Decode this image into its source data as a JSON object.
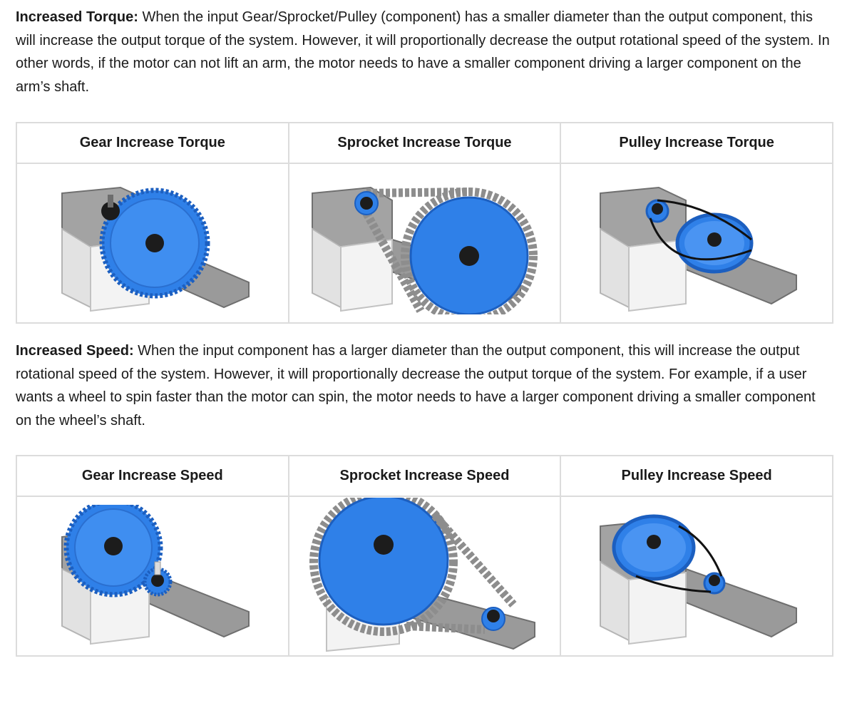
{
  "torque": {
    "heading": "Increased Torque:",
    "body": " When the input Gear/Sprocket/Pulley (component) has a smaller diameter than the output component, this will increase the output torque of the system. However, it will proportionally decrease the output rotational speed of the system. In other words, if the motor can not lift an arm, the motor needs to have a smaller component driving a larger component on the arm’s shaft.",
    "columns": [
      "Gear Increase Torque",
      "Sprocket Increase Torque",
      "Pulley Increase Torque"
    ]
  },
  "speed": {
    "heading": "Increased Speed:",
    "body": " When the input component has a larger diameter than the output component, this will increase the output rotational speed of the system. However, it will proportionally decrease the output torque of the system. For example, if a user wants a wheel to spin faster than the motor can spin, the motor needs to have a larger component driving a smaller component on the wheel’s shaft.",
    "columns": [
      "Gear Increase Speed",
      "Sprocket Increase Speed",
      "Pulley Increase Speed"
    ]
  },
  "colors": {
    "part_blue": "#2f80e8",
    "part_blue_dark": "#1c5fc0",
    "structure_gray": "#8d8d8d",
    "motor_white": "#e9e9e9",
    "shaft_black": "#1c1c1c",
    "table_border": "#dcdcdc"
  },
  "images": [
    "gear-increase-torque-illustration",
    "sprocket-increase-torque-illustration",
    "pulley-increase-torque-illustration",
    "gear-increase-speed-illustration",
    "sprocket-increase-speed-illustration",
    "pulley-increase-speed-illustration"
  ]
}
